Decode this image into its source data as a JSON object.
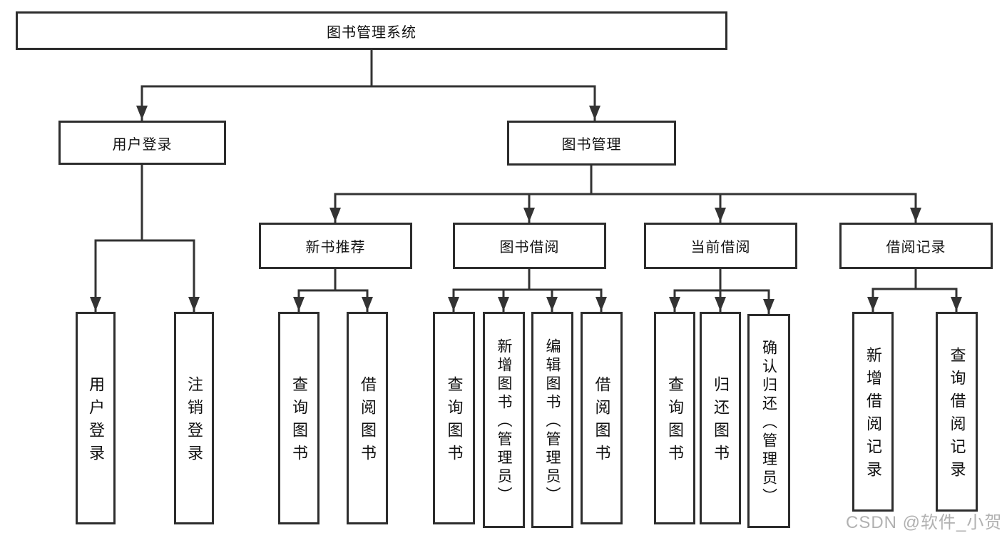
{
  "diagram": {
    "root": "图书管理系统",
    "branches": [
      {
        "label": "用户登录",
        "children": [
          "用户登录",
          "注销登录"
        ]
      },
      {
        "label": "图书管理",
        "groups": [
          {
            "label": "新书推荐",
            "children": [
              "查询图书",
              "借阅图书"
            ]
          },
          {
            "label": "图书借阅",
            "children": [
              "查询图书",
              "新增图书（管理员）",
              "编辑图书（管理员）",
              "借阅图书"
            ]
          },
          {
            "label": "当前借阅",
            "children": [
              "查询图书",
              "归还图书",
              "确认归还（管理员）"
            ]
          },
          {
            "label": "借阅记录",
            "children": [
              "新增借阅记录",
              "查询借阅记录"
            ]
          }
        ]
      }
    ],
    "line_color": "#333333",
    "border_color": "#2d2d2d"
  },
  "watermark": "CSDN @软件_小贺同学"
}
